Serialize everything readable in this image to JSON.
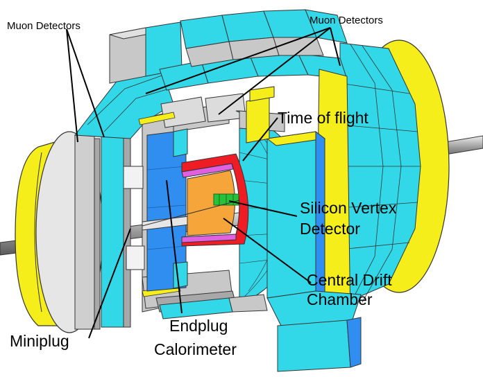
{
  "labels": {
    "muon_left": "Muon Detectors",
    "muon_right": "Muon Detectors",
    "time_of_flight": "Time of flight",
    "silicon_vertex_1": "Silicon Vertex",
    "silicon_vertex_2": "Detector",
    "central_drift_1": "Central Drift",
    "central_drift_2": "Chamber",
    "miniplug": "Miniplug",
    "endplug_1": "Endplug",
    "endplug_2": "Calorimeter"
  },
  "colors": {
    "muon_cyan": "#33d8e8",
    "yellow": "#f5ee1a",
    "calorimeter_blue": "#2f8ef0",
    "steel_grey": "#c8c8c8",
    "tof_red": "#ee1c24",
    "tof_pink": "#e060e0",
    "drift_orange": "#f5a53a",
    "silicon_green": "#27c23a"
  }
}
